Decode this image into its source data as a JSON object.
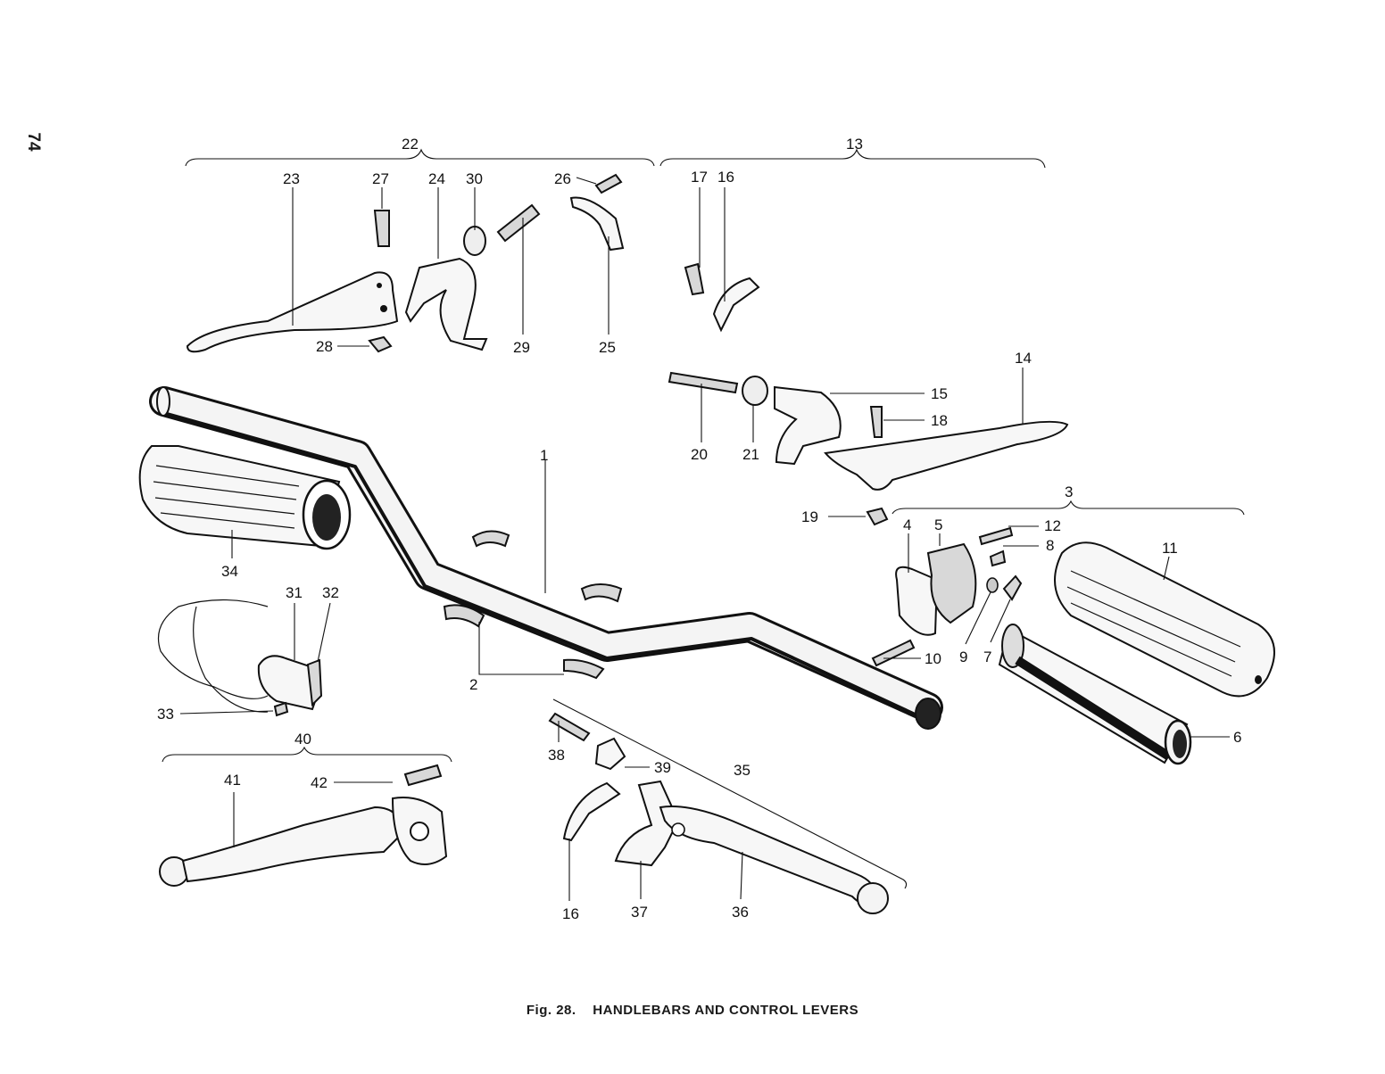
{
  "page_number": "74",
  "caption": {
    "fig": "Fig. 28.",
    "title": "HANDLEBARS AND CONTROL LEVERS"
  },
  "labels": {
    "l1": "1",
    "l2": "2",
    "l3": "3",
    "l4": "4",
    "l5": "5",
    "l6": "6",
    "l7": "7",
    "l8": "8",
    "l9": "9",
    "l10": "10",
    "l11": "11",
    "l12": "12",
    "l13": "13",
    "l14": "14",
    "l15": "15",
    "l16a": "16",
    "l16b": "16",
    "l17": "17",
    "l18": "18",
    "l19": "19",
    "l20": "20",
    "l21": "21",
    "l22": "22",
    "l23": "23",
    "l24": "24",
    "l25": "25",
    "l26": "26",
    "l27": "27",
    "l28": "28",
    "l29": "29",
    "l30": "30",
    "l31": "31",
    "l32": "32",
    "l33": "33",
    "l34": "34",
    "l35": "35",
    "l36": "36",
    "l37": "37",
    "l38": "38",
    "l39": "39",
    "l40": "40",
    "l41": "41",
    "l42": "42"
  }
}
